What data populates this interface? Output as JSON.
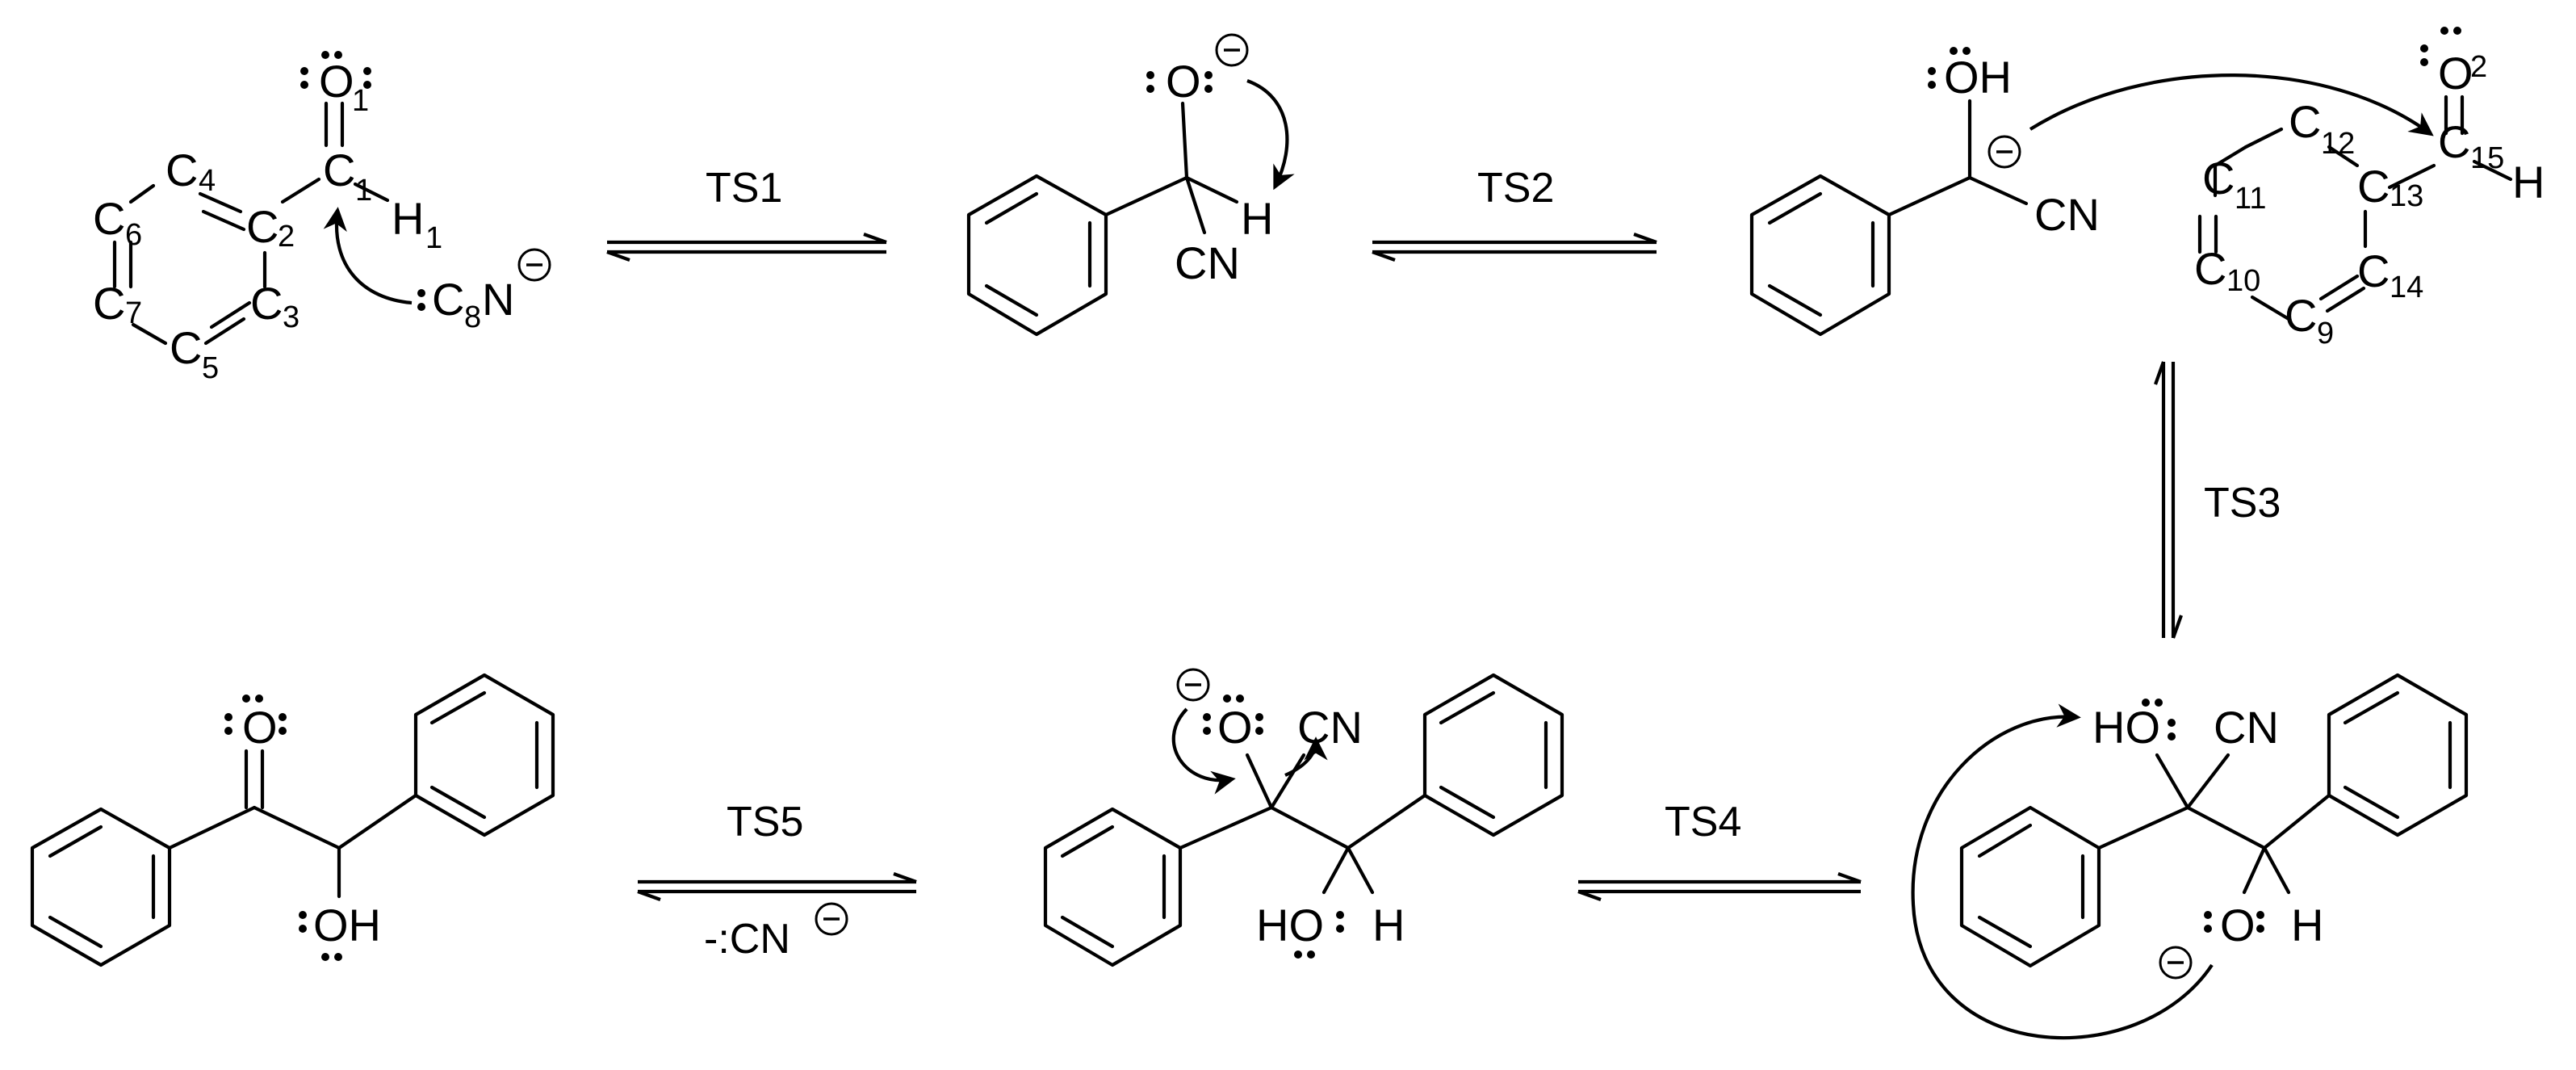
{
  "labels": {
    "ts1": "TS1",
    "ts2": "TS2",
    "ts3": "TS3",
    "ts4": "TS4",
    "ts5": "TS5",
    "ts5_below": "-:CN"
  },
  "atoms": {
    "O": "O",
    "H": "H",
    "C": "C",
    "N": "N",
    "CN": "CN",
    "OH": "OH",
    "HO": "HO"
  },
  "benzaldehyde_numbers": {
    "o1": "1",
    "c1": "1",
    "h1": "1",
    "c2": "2",
    "c3": "3",
    "c4": "4",
    "c5": "5",
    "c6": "6",
    "c7": "7",
    "c8": "8"
  },
  "benzaldehyde2_numbers": {
    "o2": "2",
    "c9": "9",
    "c10": "10",
    "c11": "11",
    "c12": "12",
    "c13": "13",
    "c14": "14",
    "c15": "15"
  },
  "charge_symbol": "−"
}
